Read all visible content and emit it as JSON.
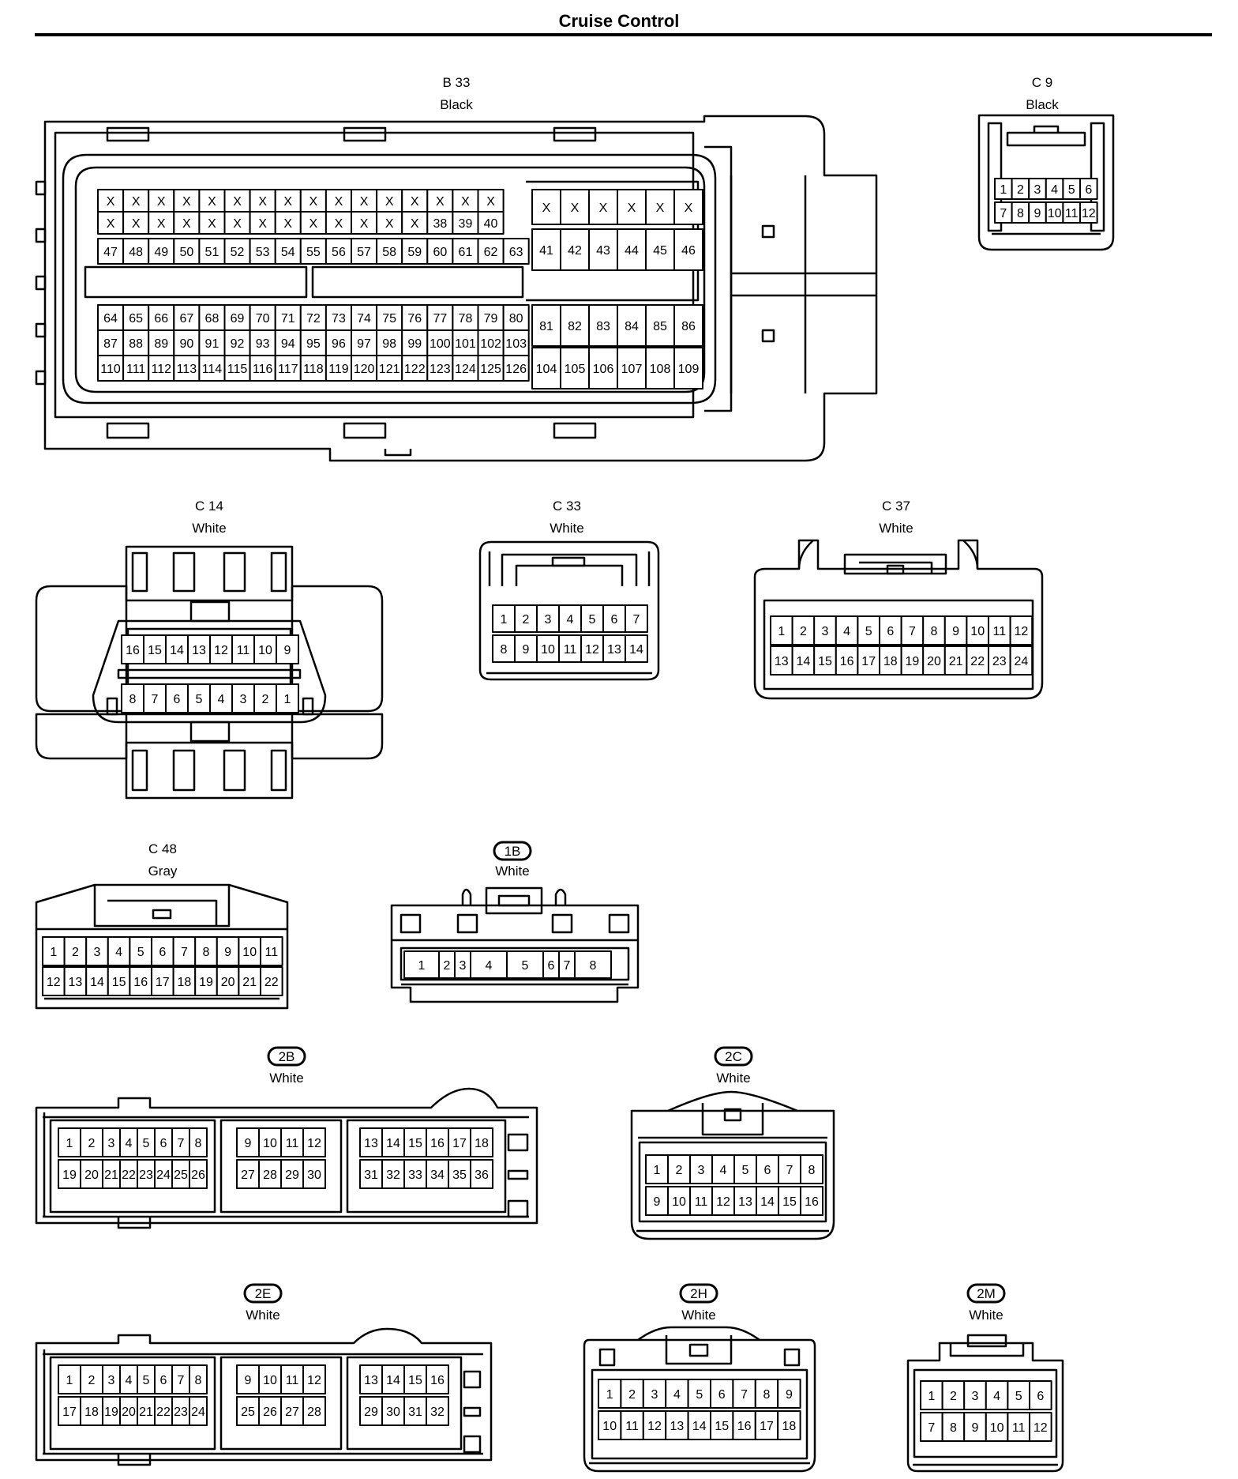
{
  "title": "Cruise Control",
  "connectors": [
    {
      "id": "b33",
      "code": "B 33",
      "color": "Black",
      "boxed": false,
      "rows": [
        [
          "X",
          "X",
          "X",
          "X",
          "X",
          "X",
          "X",
          "X",
          "X",
          "X",
          "X",
          "X",
          "X",
          "X",
          "X",
          "X"
        ],
        [
          "X",
          "X",
          "X",
          "X",
          "X",
          "X",
          "X",
          "X",
          "X",
          "X",
          "X",
          "X",
          "X",
          "38",
          "39",
          "40"
        ],
        [
          "47",
          "48",
          "49",
          "50",
          "51",
          "52",
          "53",
          "54",
          "55",
          "56",
          "57",
          "58",
          "59",
          "60",
          "61",
          "62",
          "63"
        ],
        [
          "64",
          "65",
          "66",
          "67",
          "68",
          "69",
          "70",
          "71",
          "72",
          "73",
          "74",
          "75",
          "76",
          "77",
          "78",
          "79",
          "80"
        ],
        [
          "87",
          "88",
          "89",
          "90",
          "91",
          "92",
          "93",
          "94",
          "95",
          "96",
          "97",
          "98",
          "99",
          "100",
          "101",
          "102",
          "103"
        ],
        [
          "110",
          "111",
          "112",
          "113",
          "114",
          "115",
          "116",
          "117",
          "118",
          "119",
          "120",
          "121",
          "122",
          "123",
          "124",
          "125",
          "126"
        ],
        [
          "X",
          "X",
          "X",
          "X",
          "X",
          "X"
        ],
        [
          "41",
          "42",
          "43",
          "44",
          "45",
          "46"
        ],
        [
          "81",
          "82",
          "83",
          "84",
          "85",
          "86"
        ],
        [
          "104",
          "105",
          "106",
          "107",
          "108",
          "109"
        ]
      ]
    },
    {
      "id": "c9",
      "code": "C 9",
      "color": "Black",
      "boxed": false,
      "rows": [
        [
          "1",
          "2",
          "3",
          "4",
          "5",
          "6"
        ],
        [
          "7",
          "8",
          "9",
          "10",
          "11",
          "12"
        ]
      ]
    },
    {
      "id": "c14",
      "code": "C 14",
      "color": "White",
      "boxed": false,
      "rows": [
        [
          "16",
          "15",
          "14",
          "13",
          "12",
          "11",
          "10",
          "9"
        ],
        [
          "8",
          "7",
          "6",
          "5",
          "4",
          "3",
          "2",
          "1"
        ]
      ]
    },
    {
      "id": "c33",
      "code": "C 33",
      "color": "White",
      "boxed": false,
      "rows": [
        [
          "1",
          "2",
          "3",
          "4",
          "5",
          "6",
          "7"
        ],
        [
          "8",
          "9",
          "10",
          "11",
          "12",
          "13",
          "14"
        ]
      ]
    },
    {
      "id": "c37",
      "code": "C 37",
      "color": "White",
      "boxed": false,
      "rows": [
        [
          "1",
          "2",
          "3",
          "4",
          "5",
          "6",
          "7",
          "8",
          "9",
          "10",
          "11",
          "12"
        ],
        [
          "13",
          "14",
          "15",
          "16",
          "17",
          "18",
          "19",
          "20",
          "21",
          "22",
          "23",
          "24"
        ]
      ]
    },
    {
      "id": "c48",
      "code": "C 48",
      "color": "Gray",
      "boxed": false,
      "rows": [
        [
          "1",
          "2",
          "3",
          "4",
          "5",
          "6",
          "7",
          "8",
          "9",
          "10",
          "11"
        ],
        [
          "12",
          "13",
          "14",
          "15",
          "16",
          "17",
          "18",
          "19",
          "20",
          "21",
          "22"
        ]
      ]
    },
    {
      "id": "1b",
      "code": "1B",
      "color": "White",
      "boxed": true,
      "rows": [
        [
          "1",
          "2",
          "3",
          "4",
          "5",
          "6",
          "7",
          "8"
        ]
      ]
    },
    {
      "id": "2b",
      "code": "2B",
      "color": "White",
      "boxed": true,
      "rows": [
        [
          "1",
          "2",
          "3",
          "4",
          "5",
          "6",
          "7",
          "8"
        ],
        [
          "19",
          "20",
          "21",
          "22",
          "23",
          "24",
          "25",
          "26"
        ],
        [
          "9",
          "10",
          "11",
          "12"
        ],
        [
          "27",
          "28",
          "29",
          "30"
        ],
        [
          "13",
          "14",
          "15",
          "16",
          "17",
          "18"
        ],
        [
          "31",
          "32",
          "33",
          "34",
          "35",
          "36"
        ]
      ]
    },
    {
      "id": "2c",
      "code": "2C",
      "color": "White",
      "boxed": true,
      "rows": [
        [
          "1",
          "2",
          "3",
          "4",
          "5",
          "6",
          "7",
          "8"
        ],
        [
          "9",
          "10",
          "11",
          "12",
          "13",
          "14",
          "15",
          "16"
        ]
      ]
    },
    {
      "id": "2e",
      "code": "2E",
      "color": "White",
      "boxed": true,
      "rows": [
        [
          "1",
          "2",
          "3",
          "4",
          "5",
          "6",
          "7",
          "8"
        ],
        [
          "17",
          "18",
          "19",
          "20",
          "21",
          "22",
          "23",
          "24"
        ],
        [
          "9",
          "10",
          "11",
          "12"
        ],
        [
          "25",
          "26",
          "27",
          "28"
        ],
        [
          "13",
          "14",
          "15",
          "16"
        ],
        [
          "29",
          "30",
          "31",
          "32"
        ]
      ]
    },
    {
      "id": "2h",
      "code": "2H",
      "color": "White",
      "boxed": true,
      "rows": [
        [
          "1",
          "2",
          "3",
          "4",
          "5",
          "6",
          "7",
          "8",
          "9"
        ],
        [
          "10",
          "11",
          "12",
          "13",
          "14",
          "15",
          "16",
          "17",
          "18"
        ]
      ]
    },
    {
      "id": "2m",
      "code": "2M",
      "color": "White",
      "boxed": true,
      "rows": [
        [
          "1",
          "2",
          "3",
          "4",
          "5",
          "6"
        ],
        [
          "7",
          "8",
          "9",
          "10",
          "11",
          "12"
        ]
      ]
    }
  ]
}
